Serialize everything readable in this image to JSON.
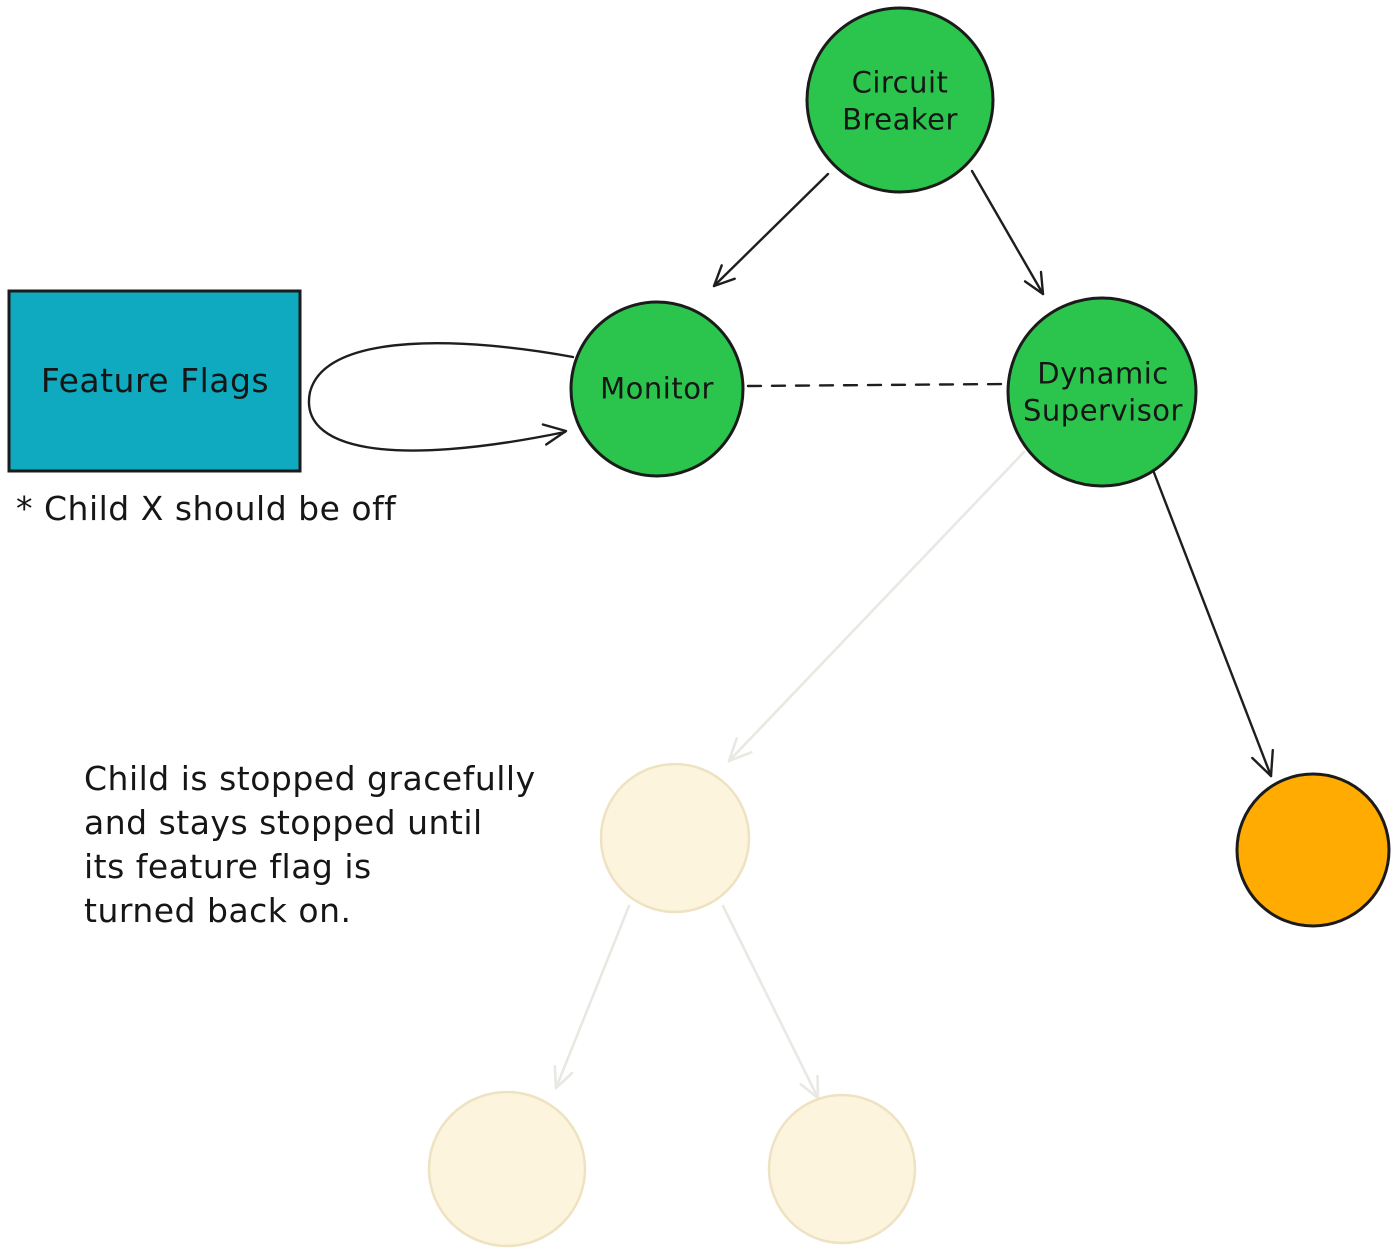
{
  "diagram": {
    "nodes": {
      "circuit_breaker": {
        "label": "Circuit Breaker",
        "fill": "#2bc54d"
      },
      "monitor": {
        "label": "Monitor",
        "fill": "#2bc54d"
      },
      "dynamic_supervisor": {
        "label": "Dynamic Supervisor",
        "fill": "#2bc54d"
      },
      "feature_flags": {
        "label": "Feature Flags",
        "fill": "#0faabf"
      },
      "orange_child": {
        "fill": "#ffab01"
      },
      "ghost_child_center": {
        "fill": "#fcf4dc"
      },
      "ghost_child_left": {
        "fill": "#fcf4dc"
      },
      "ghost_child_right": {
        "fill": "#fcf4dc"
      }
    },
    "annotations": {
      "flag_note": "* Child X should be off",
      "stop_note": "Child is stopped gracefully\nand stays stopped until\nits feature flag is\nturned back on."
    },
    "colors": {
      "ink": "#1e1e1e",
      "ghost_arrow": "#e9e8e3",
      "background": "#ffffff"
    }
  }
}
